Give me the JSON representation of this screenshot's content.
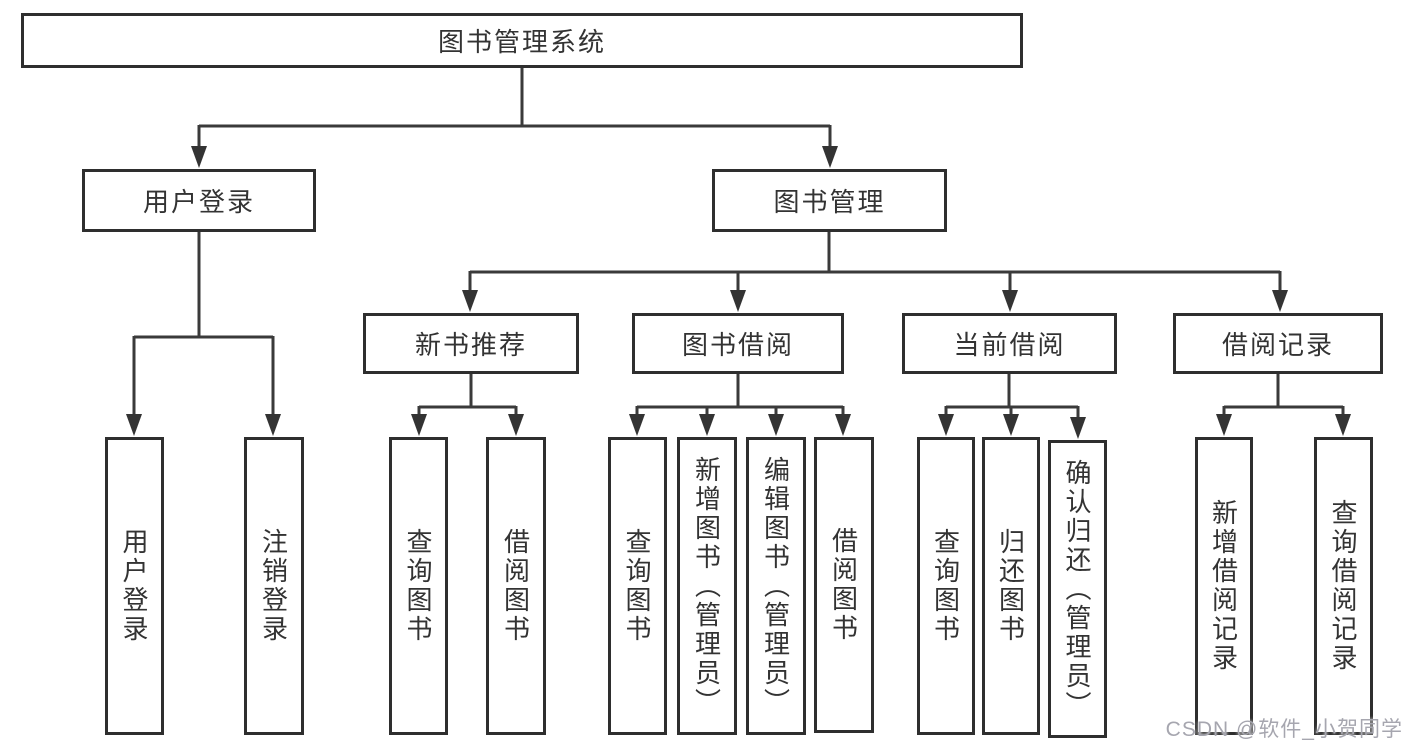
{
  "nodes": {
    "root": {
      "label": "图书管理系统"
    },
    "user_login": {
      "label": "用户登录"
    },
    "book_mgmt": {
      "label": "图书管理"
    },
    "new_book_rec": {
      "label": "新书推荐"
    },
    "book_borrow": {
      "label": "图书借阅"
    },
    "current_borrow": {
      "label": "当前借阅"
    },
    "borrow_record": {
      "label": "借阅记录"
    },
    "leaf_user_login": {
      "label": "用户登录"
    },
    "leaf_logout": {
      "label": "注销登录"
    },
    "leaf_query_books_newrec": {
      "label": "查询图书"
    },
    "leaf_borrow_books_newrec": {
      "label": "借阅图书"
    },
    "leaf_query_books_borrow": {
      "label": "查询图书"
    },
    "leaf_add_books_admin": {
      "label": "新增图书（管理员）"
    },
    "leaf_edit_books_admin": {
      "label": "编辑图书（管理员）"
    },
    "leaf_borrow_books_borrow": {
      "label": "借阅图书"
    },
    "leaf_query_books_current": {
      "label": "查询图书"
    },
    "leaf_return_books": {
      "label": "归还图书"
    },
    "leaf_confirm_return_admin": {
      "label": "确认归还（管理员）"
    },
    "leaf_add_borrow_record": {
      "label": "新增借阅记录"
    },
    "leaf_query_borrow_record": {
      "label": "查询借阅记录"
    }
  },
  "hierarchy": {
    "图书管理系统": [
      "用户登录",
      "图书管理"
    ],
    "用户登录": [
      "用户登录",
      "注销登录"
    ],
    "图书管理": [
      "新书推荐",
      "图书借阅",
      "当前借阅",
      "借阅记录"
    ],
    "新书推荐": [
      "查询图书",
      "借阅图书"
    ],
    "图书借阅": [
      "查询图书",
      "新增图书（管理员）",
      "编辑图书（管理员）",
      "借阅图书"
    ],
    "当前借阅": [
      "查询图书",
      "归还图书",
      "确认归还（管理员）"
    ],
    "借阅记录": [
      "新增借阅记录",
      "查询借阅记录"
    ]
  },
  "watermark": {
    "text": "CSDN @软件_小贺同学"
  },
  "colors": {
    "line": "#3a3a3a",
    "box_border": "#2e2e2e",
    "text": "#333333",
    "watermark": "#a6a6af",
    "background": "#ffffff"
  }
}
